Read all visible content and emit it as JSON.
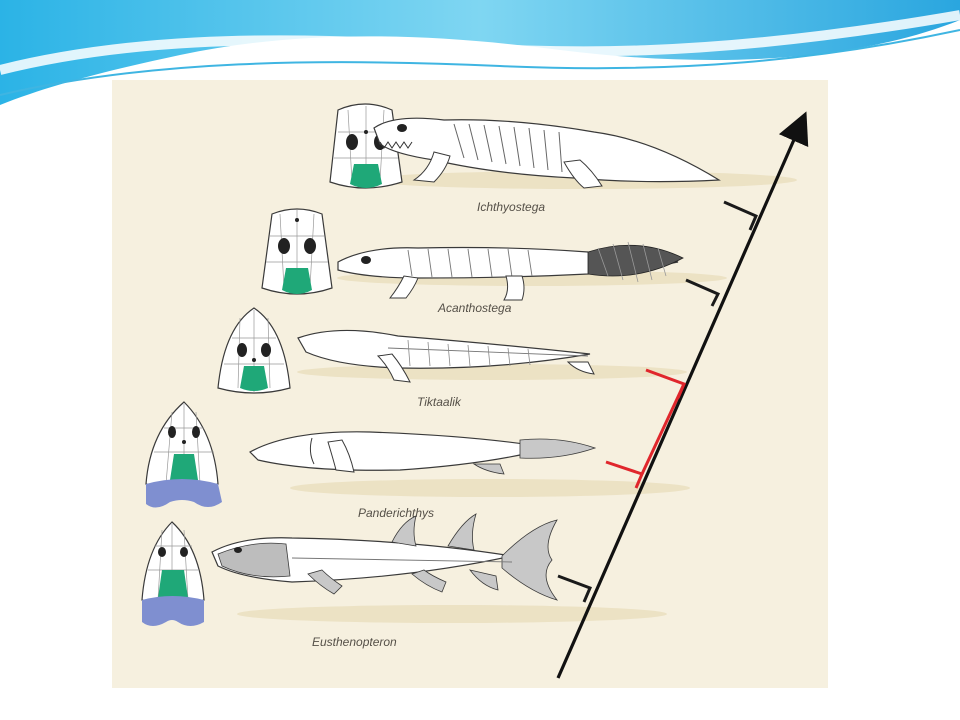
{
  "taxa": [
    {
      "name": "Ichthyostega",
      "branch_color": "#1a1a1a"
    },
    {
      "name": "Acanthostega",
      "branch_color": "#1a1a1a"
    },
    {
      "name": "Tiktaalik",
      "branch_color": "#e0262c"
    },
    {
      "name": "Panderichthys",
      "branch_color": "#e0262c"
    },
    {
      "name": "Eusthenopteron",
      "branch_color": "#1a1a1a"
    }
  ],
  "colors": {
    "panel": "#f6f0df",
    "shadow": "#ece2c4",
    "bone_fill": "#ffffff",
    "bone_line": "#3a3a3a",
    "green_bone": "#1fa878",
    "blue_bone": "#7f8fd0",
    "fin_gray": "#c8c8c8",
    "axis": "#111111",
    "header_wave": "#4fc3e8"
  }
}
